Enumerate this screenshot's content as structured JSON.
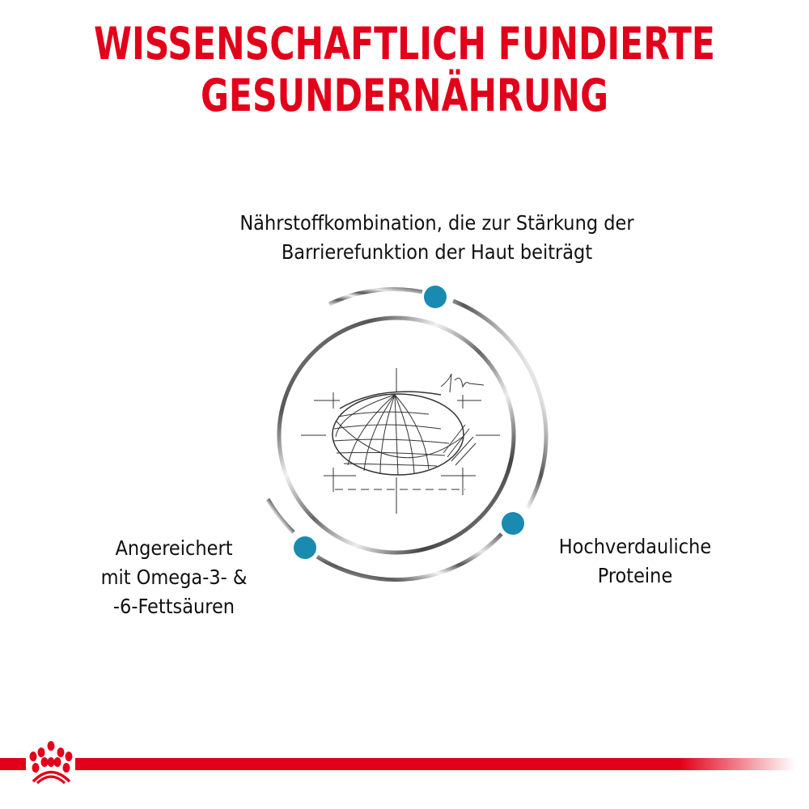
{
  "title": {
    "line1": "WISSENSCHAFTLICH FUNDIERTE",
    "line2": "GESUNDERNÄHRUNG"
  },
  "benefits": {
    "top": {
      "line1": "Nährstoffkombination, die zur Stärkung der",
      "line2": "Barrierefunktion der Haut beiträgt"
    },
    "left": {
      "line1": "Angereichert",
      "line2": "mit Omega-3- &",
      "line3": "-6-Fettsäuren"
    },
    "right": {
      "line1": "Hochverdauliche",
      "line2": "Proteine"
    }
  },
  "graphic": {
    "icon": "kibble-sketch-icon",
    "dot_color": "#1a8ab0"
  },
  "footer": {
    "logo": "royal-crown-icon",
    "brand_color": "#e2001a"
  }
}
